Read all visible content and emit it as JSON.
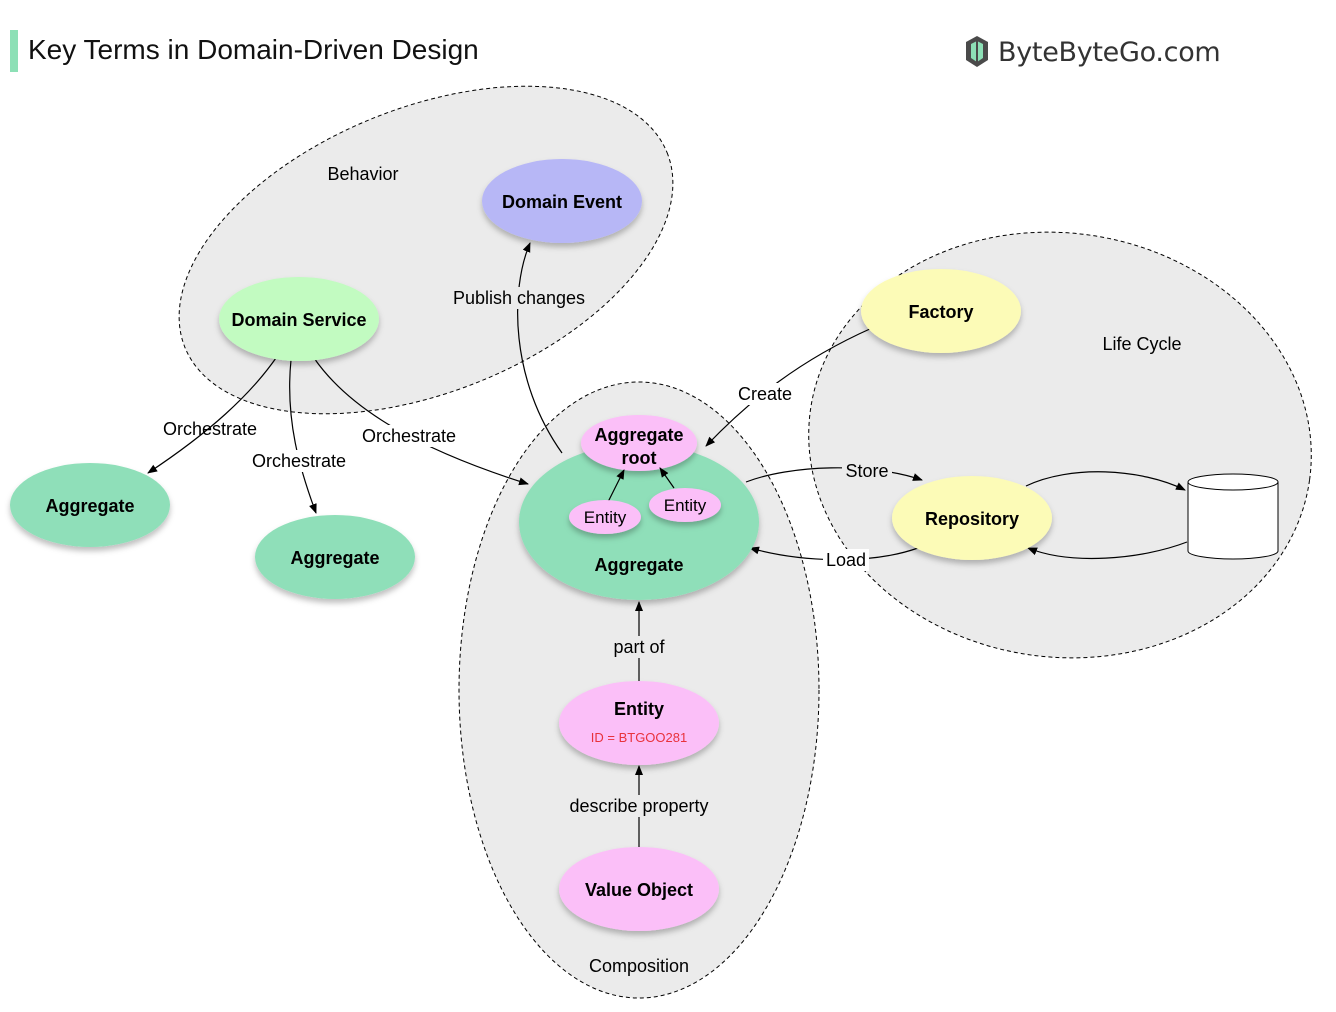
{
  "title": "Key Terms in Domain-Driven Design",
  "logo_text": "ByteByteGo.com",
  "groups": {
    "behavior": "Behavior",
    "life_cycle": "Life Cycle",
    "composition": "Composition"
  },
  "nodes": {
    "domain_event": "Domain Event",
    "domain_service": "Domain Service",
    "aggregate_left": "Aggregate",
    "aggregate_mid": "Aggregate",
    "aggregate_main": "Aggregate",
    "aggregate_root": "Aggregate root",
    "inner_entity_1": "Entity",
    "inner_entity_2": "Entity",
    "factory": "Factory",
    "repository": "Repository",
    "entity": "Entity",
    "entity_id": "ID = BTGOO281",
    "value_object": "Value Object"
  },
  "edges": {
    "orchestrate_1": "Orchestrate",
    "orchestrate_2": "Orchestrate",
    "orchestrate_3": "Orchestrate",
    "publish_changes": "Publish changes",
    "create": "Create",
    "store": "Store",
    "load": "Load",
    "part_of": "part of",
    "describe_property": "describe property"
  },
  "colors": {
    "accent": "#8de0b6",
    "aggregate": "#8fdfb9",
    "domain_service": "#c2fbc1",
    "domain_event": "#b7b7f6",
    "yellow": "#fcfbb7",
    "pink": "#fbbff8",
    "group_fill": "#ebebeb",
    "id_red": "#e8323c"
  }
}
